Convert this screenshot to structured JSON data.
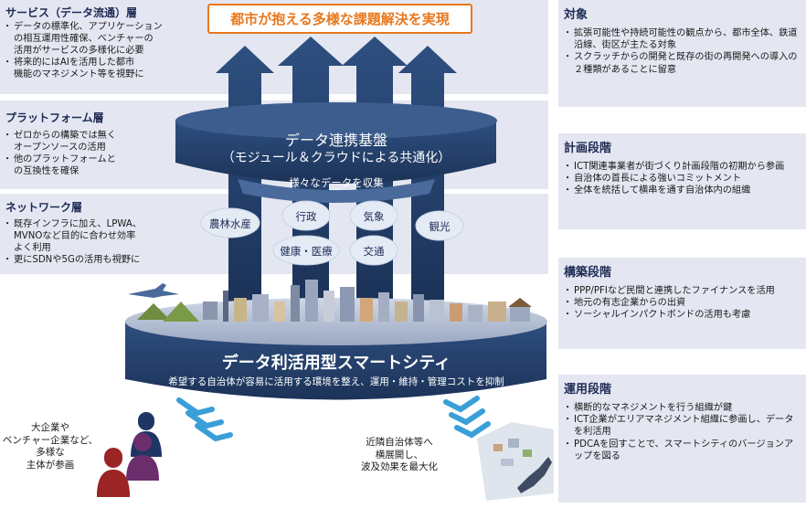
{
  "headline": "都市が抱える多様な課題解決を実現",
  "left_layers": [
    {
      "title": "サービス（データ流通）層",
      "lines": [
        "データの標準化、アプリケーション",
        "の相互運用性確保、ベンチャーの",
        "活用がサービスの多様化に必要",
        "将来的にはAIを活用した都市",
        "機能のマネジメント等を視野に"
      ]
    },
    {
      "title": "プラットフォーム層",
      "lines": [
        "ゼロからの構築では無く",
        "オープンソースの活用",
        "他のプラットフォームと",
        "の互換性を確保"
      ]
    },
    {
      "title": "ネットワーク層",
      "lines": [
        "既存インフラに加え、LPWA、",
        "MVNOなど目的に合わせ効率",
        "よく利用",
        "更にSDNや5Gの活用も視野に"
      ]
    }
  ],
  "platform": {
    "title": "データ連携基盤",
    "subtitle": "（モジュール＆クラウドによる共通化）",
    "collect": "様々なデータを収集"
  },
  "data_bubbles": [
    "農林水産",
    "行政",
    "気象",
    "観光",
    "健康・医療",
    "交通"
  ],
  "city": {
    "title": "データ利活用型スマートシティ",
    "subtitle": "希望する自治体が容易に活用する環境を整え、運用・維持・管理コストを抑制"
  },
  "participants_label": [
    "大企業や",
    "ベンチャー企業など、",
    "多様な",
    "主体が参画"
  ],
  "expansion_label": [
    "近隣自治体等へ",
    "横展開し、",
    "波及効果を最大化"
  ],
  "right_panels": [
    {
      "title": "対象",
      "items": [
        "拡張可能性や持続可能性の観点から、都市全体、鉄道沿線、街区が主たる対象",
        "スクラッチからの開発と既存の街の再開発への導入の２種類があることに留意"
      ]
    },
    {
      "title": "計画段階",
      "items": [
        "ICT関連事業者が街づくり計画段階の初期から参画",
        "自治体の首長による強いコミットメント",
        "全体を統括して横串を通す自治体内の組織"
      ]
    },
    {
      "title": "構築段階",
      "items": [
        "PPP/PFIなど民間と連携したファイナンスを活用",
        "地元の有志企業からの出資",
        "ソーシャルインパクトボンドの活用も考慮"
      ]
    },
    {
      "title": "運用段階",
      "items": [
        "横断的なマネジメントを行う組織が鍵",
        "ICT企業がエリアマネジメント組織に参画し、データを利活用",
        "PDCAを回すことで、スマートシティのバージョンアップを図る"
      ]
    }
  ],
  "colors": {
    "navy": "#243f6b",
    "band": "#e4e7f1",
    "headline_border": "#e8781e",
    "headline_text": "#e8781e",
    "bubble": "#e4ebf5",
    "wave": "#3a9fd8",
    "person_dark": "#1f3565",
    "person_purple": "#6b2d6b",
    "person_red": "#9b2424"
  }
}
